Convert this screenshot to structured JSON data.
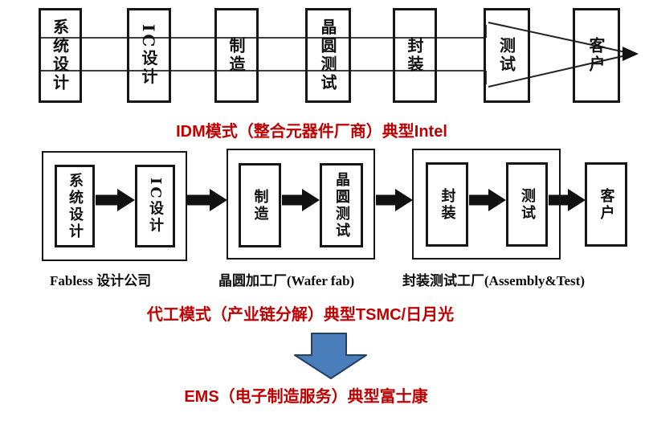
{
  "colors": {
    "caption_red": "#C00000",
    "arrow_black": "#111111",
    "line_black": "#222222",
    "box_border_black": "#161616",
    "arrow_blue_fill": "#4A7EBB",
    "arrow_blue_stroke": "#243F60"
  },
  "idm_row": {
    "boxes": [
      "系统设计",
      "IC设计",
      "制造",
      "晶圆测试",
      "封装",
      "测试",
      "客户"
    ],
    "caption": "IDM模式（整合元器件厂商）典型Intel"
  },
  "foundry_row": {
    "groups": [
      {
        "boxes": [
          "系统设计",
          "IC设计"
        ],
        "label": "Fabless 设计公司"
      },
      {
        "boxes": [
          "制造",
          "晶圆测试"
        ],
        "label": "晶圆加工厂(Wafer fab)"
      },
      {
        "boxes": [
          "封装",
          "测试"
        ],
        "label": "封装测试工厂(Assembly&Test)"
      }
    ],
    "customer_box": "客户",
    "caption": "代工模式（产业链分解）典型TSMC/日月光"
  },
  "ems_row": {
    "caption": "EMS（电子制造服务）典型富士康"
  }
}
